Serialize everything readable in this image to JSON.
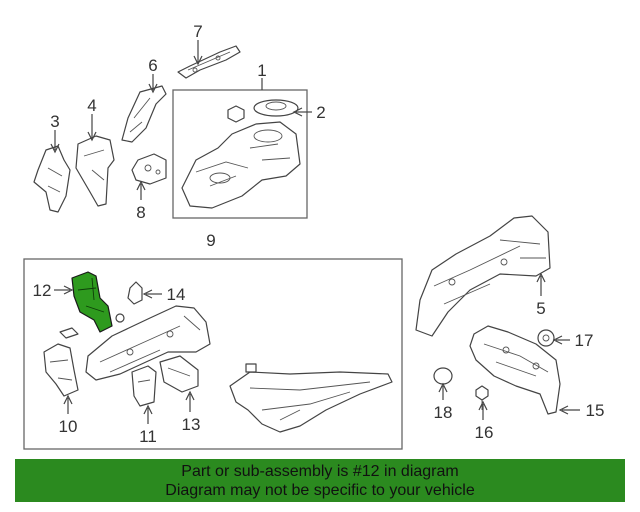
{
  "diagram": {
    "callouts": {
      "c1": "1",
      "c2": "2",
      "c3": "3",
      "c4": "4",
      "c5": "5",
      "c6": "6",
      "c7": "7",
      "c8": "8",
      "c9": "9",
      "c10": "10",
      "c11": "11",
      "c12": "12",
      "c13": "13",
      "c14": "14",
      "c15": "15",
      "c16": "16",
      "c17": "17",
      "c18": "18"
    },
    "highlighted_part": "12",
    "highlight_color": "#2e9a1e"
  },
  "banner": {
    "line1": "Part or sub-assembly is #12 in diagram",
    "line2": "Diagram may not be specific to your vehicle",
    "background": "#2b8a1f"
  }
}
